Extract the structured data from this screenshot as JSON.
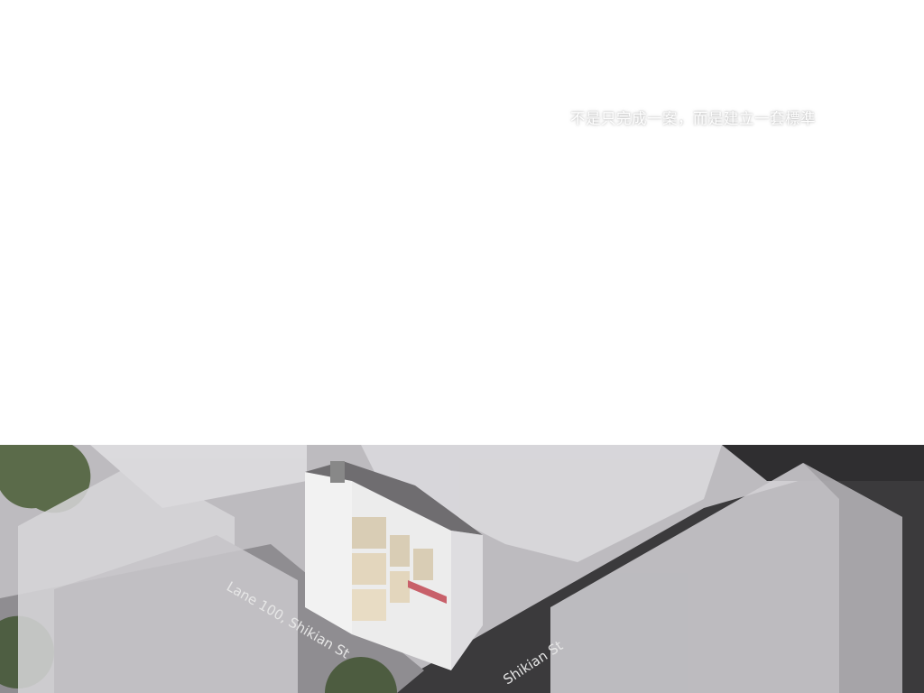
{
  "hero": {
    "tagline": "不是只完成一案，而是建立一套標準"
  },
  "scene": {
    "street_labels": [
      "Lane 100, Shikian St",
      "Shikian St"
    ]
  },
  "colors": {
    "road": "#3b3a3c",
    "block": "#cfcdd0",
    "accent": "#c8606a"
  }
}
